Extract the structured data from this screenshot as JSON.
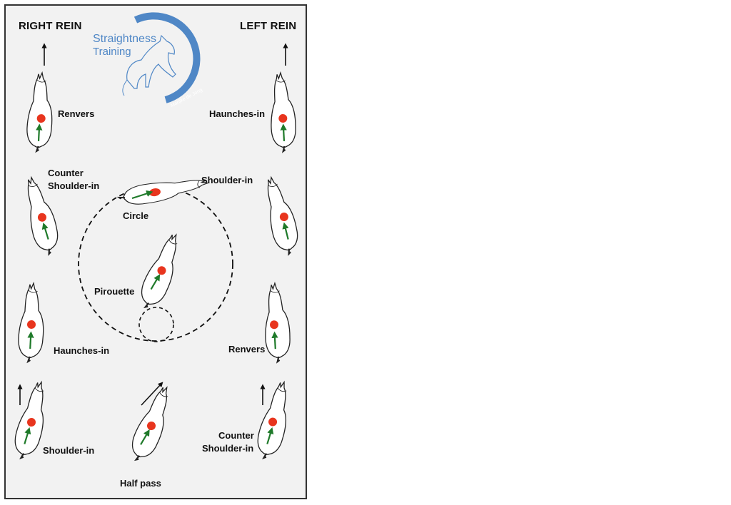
{
  "header": {
    "right_rein": "RIGHT REIN",
    "left_rein": "LEFT REIN"
  },
  "logo": {
    "line1": "Straightness",
    "line2": "Training",
    "signature": "Marijke de Jong",
    "color": "#4f87c6"
  },
  "labels": {
    "renvers_right": "Renvers",
    "counter_shoulder_in_right_1": "Counter",
    "counter_shoulder_in_right_2": "Shoulder-in",
    "haunches_in_right": "Haunches-in",
    "shoulder_in_right": "Shoulder-in",
    "haunches_in_left": "Haunches-in",
    "shoulder_in_left": "Shoulder-in",
    "renvers_left": "Renvers",
    "counter_shoulder_in_left_1": "Counter",
    "counter_shoulder_in_left_2": "Shoulder-in",
    "circle": "Circle",
    "pirouette": "Pirouette",
    "half_pass": "Half pass"
  },
  "colors": {
    "dot": "#e8351e",
    "arrow": "#1f7a2a",
    "outline": "#222222"
  }
}
